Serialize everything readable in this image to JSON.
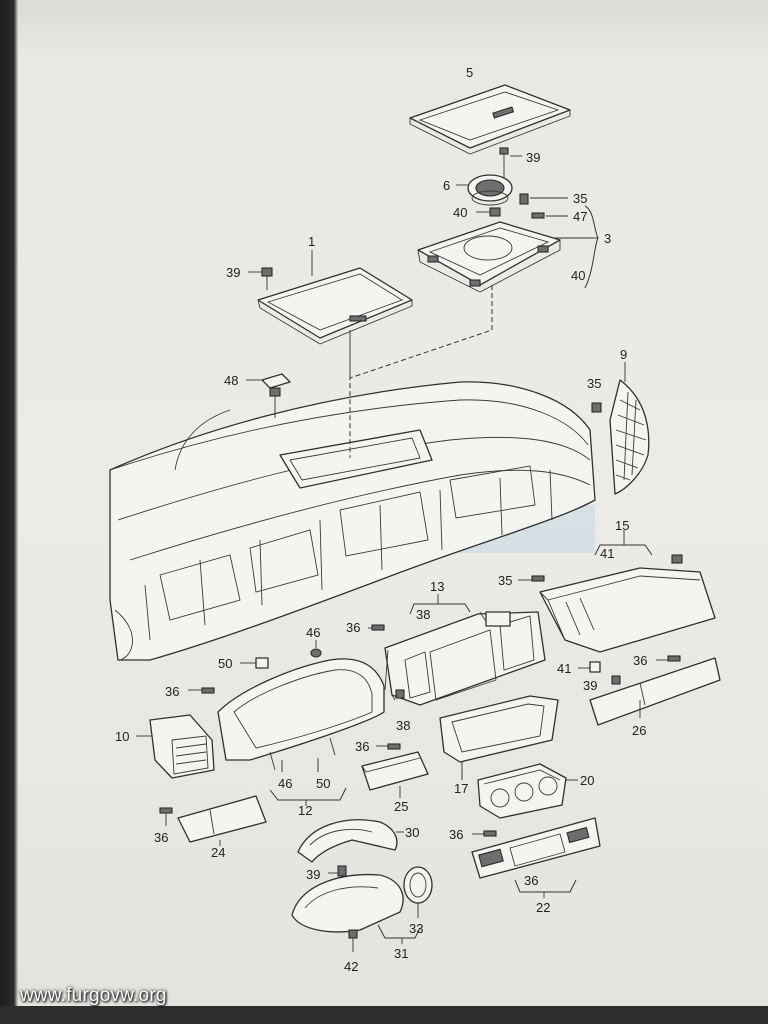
{
  "diagram": {
    "callouts": {
      "c5": "5",
      "c39a": "39",
      "c6": "6",
      "c35a": "35",
      "c40a": "40",
      "c47": "47",
      "c3": "3",
      "c40b": "40",
      "c1": "1",
      "c39b": "39",
      "c48": "48",
      "c9": "9",
      "c35b": "35",
      "c15": "15",
      "c41a": "41",
      "c35c": "35",
      "c13": "13",
      "c38a": "38",
      "c36a": "36",
      "c46a": "46",
      "c50a": "50",
      "c36b": "36",
      "c41b": "41",
      "c36c": "36",
      "c39c": "39",
      "c10": "10",
      "c38b": "38",
      "c26": "26",
      "c36d": "36",
      "c17": "17",
      "c20": "20",
      "c46b": "46",
      "c50b": "50",
      "c12": "12",
      "c25": "25",
      "c36e": "36",
      "c24": "24",
      "c30": "30",
      "c36f": "36",
      "c39d": "39",
      "c36g": "36",
      "c22": "22",
      "c33": "33",
      "c31": "31",
      "c42": "42"
    }
  },
  "footer": {
    "site": "www.furgovw.org"
  }
}
